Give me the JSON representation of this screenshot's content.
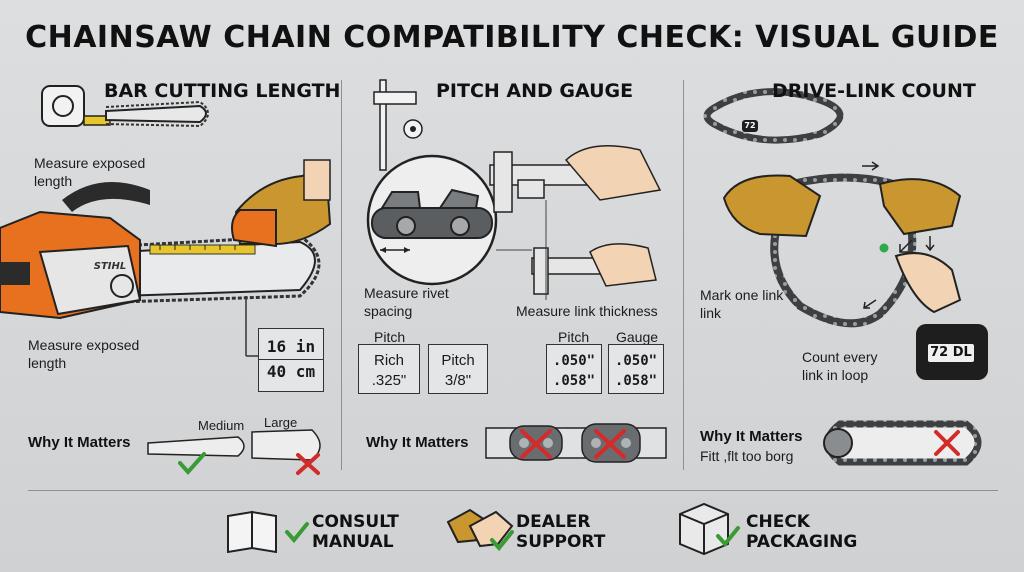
{
  "title": "CHAINSAW CHAIN COMPATIBILITY CHECK: VISUAL GUIDE",
  "panels": {
    "bar": {
      "heading": "BAR CUTTING LENGTH",
      "label_top": "Measure exposed length",
      "label_bottom": "Measure exposed length",
      "brand": "STIHL",
      "length_in": "16 in",
      "length_cm": "40 cm",
      "why": "Why It Matters",
      "size_medium": "Medium",
      "size_large": "Large"
    },
    "pitch": {
      "heading": "PITCH AND GAUGE",
      "label_rivet": "Measure rivet spacing",
      "label_link": "Measure link thickness",
      "col_pitch_a": "Pitch",
      "col_pitch_b": "Pitch",
      "col_gauge": "Gauge",
      "box1": [
        "Rich",
        ".325\""
      ],
      "box2": [
        "Pitch",
        "3/8\""
      ],
      "box3": [
        ".050\"",
        ".058\""
      ],
      "box4": [
        ".050\"",
        ".058\""
      ],
      "why": "Why It Matters"
    },
    "drive": {
      "heading": "DRIVE-LINK COUNT",
      "label_mark": "Mark one link link",
      "label_count": "Count every link in loop",
      "tag_small": "72",
      "tag_dl_num": "72",
      "tag_dl": "DL",
      "why": "Why It Matters",
      "why_sub": "Fitt ,flt too borg"
    }
  },
  "footer": [
    {
      "label": "CONSULT MANUAL",
      "icon": "book-icon"
    },
    {
      "label": "DEALER SUPPORT",
      "icon": "handshake-icon"
    },
    {
      "label": "CHECK PACKAGING",
      "icon": "box-icon"
    }
  ],
  "colors": {
    "orange": "#e8711f",
    "check": "#3a9b35",
    "cross": "#d42a2a",
    "glove": "#c9962f",
    "chain": "#4a4d50",
    "tape": "#e6c62c"
  }
}
